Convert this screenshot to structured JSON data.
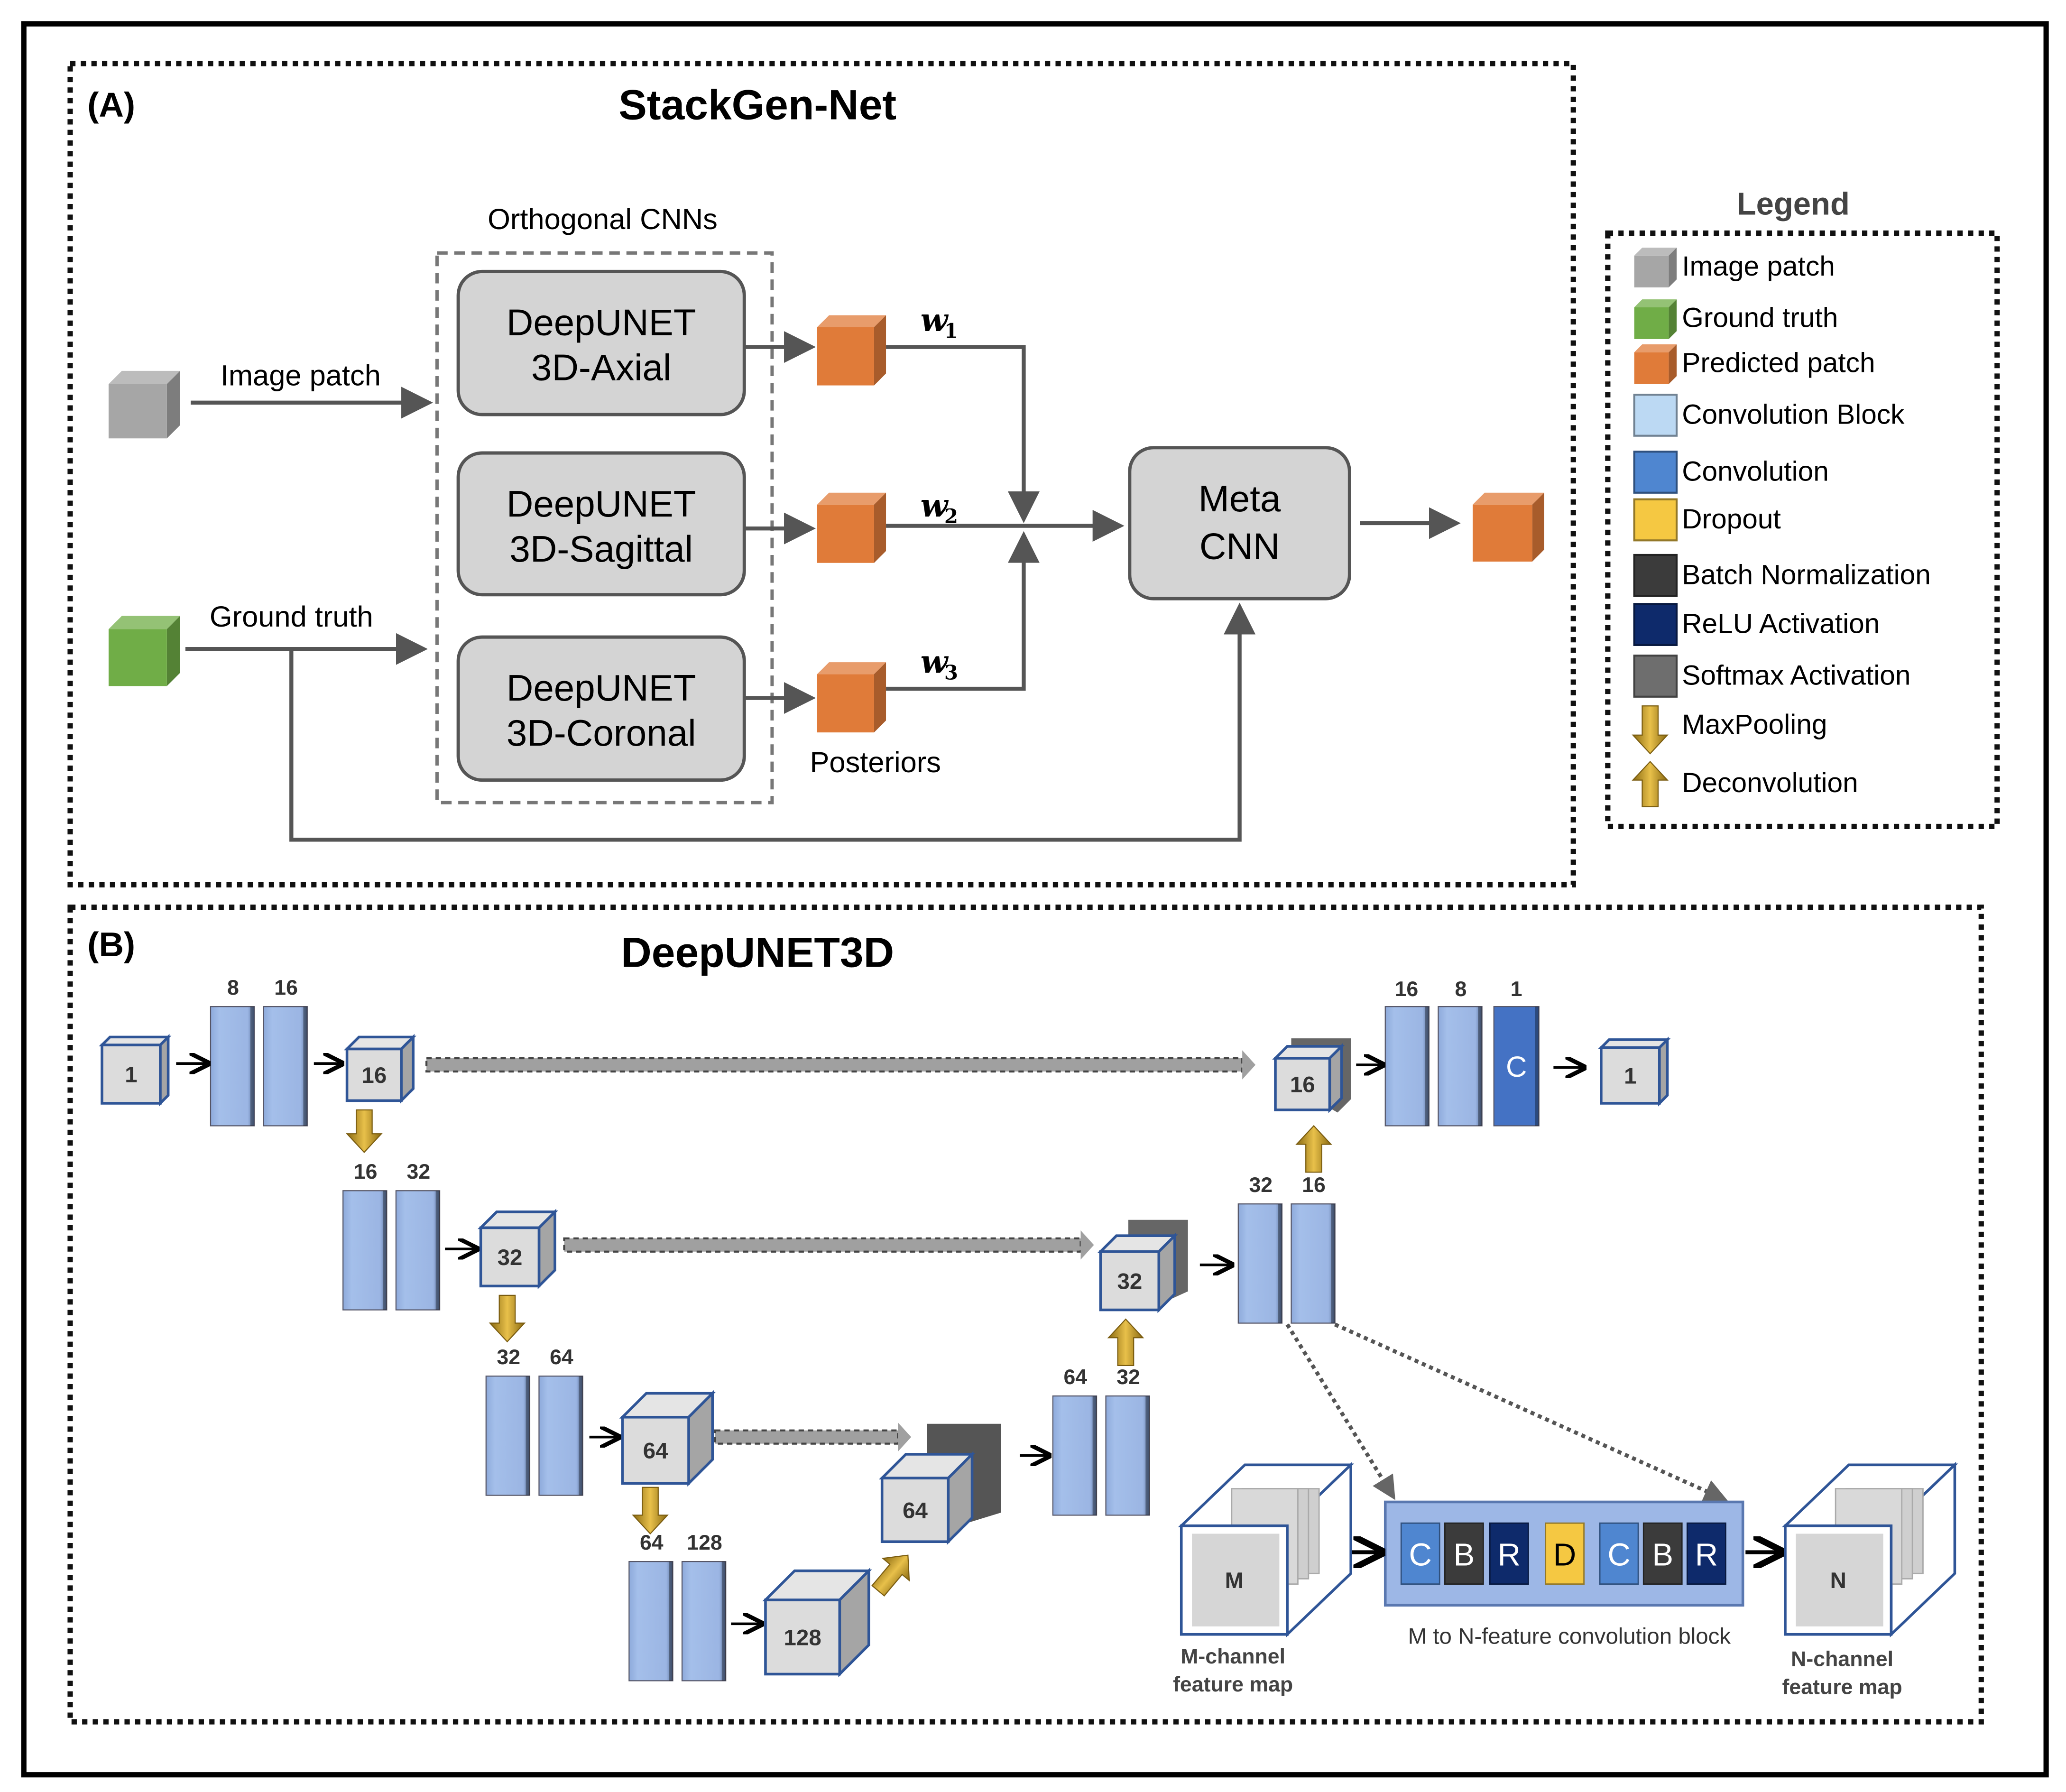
{
  "panel_a": {
    "label": "(A)",
    "title": "StackGen-Net",
    "orthogonal_label": "Orthogonal CNNs",
    "image_patch_label": "Image patch",
    "ground_truth_label": "Ground truth",
    "cnns": [
      {
        "line1": "DeepUNET",
        "line2": "3D-Axial"
      },
      {
        "line1": "DeepUNET",
        "line2": "3D-Sagittal"
      },
      {
        "line1": "DeepUNET",
        "line2": "3D-Coronal"
      }
    ],
    "weights": [
      {
        "symbol": "w",
        "sub": "1"
      },
      {
        "symbol": "w",
        "sub": "2"
      },
      {
        "symbol": "w",
        "sub": "3"
      }
    ],
    "posteriors_label": "Posteriors",
    "meta": {
      "line1": "Meta",
      "line2": "CNN"
    }
  },
  "legend": {
    "title": "Legend",
    "items": [
      {
        "label": "Image patch",
        "color": "#a6a6a6",
        "icon": "gray-cube"
      },
      {
        "label": "Ground truth",
        "color": "#70ad47",
        "icon": "green-cube"
      },
      {
        "label": "Predicted patch",
        "color": "#e07b39",
        "icon": "orange-cube"
      },
      {
        "label": "Convolution Block",
        "color": "#bcd9f3",
        "icon": "light-blue-block"
      },
      {
        "label": "Convolution",
        "color": "#4f86d0",
        "icon": "blue-block"
      },
      {
        "label": "Dropout",
        "color": "#f5c842",
        "icon": "yellow-block"
      },
      {
        "label": "Batch Normalization",
        "color": "#3b3b3b",
        "icon": "dark-block"
      },
      {
        "label": "ReLU Activation",
        "color": "#0e2a6b",
        "icon": "navy-block"
      },
      {
        "label": "Softmax Activation",
        "color": "#6e6e6e",
        "icon": "gray-block"
      },
      {
        "label": "MaxPooling",
        "color": "#c49a2a",
        "icon": "arrow-down"
      },
      {
        "label": "Deconvolution",
        "color": "#c49a2a",
        "icon": "arrow-up"
      }
    ]
  },
  "panel_b": {
    "label": "(B)",
    "title": "DeepUNET3D",
    "channels": {
      "enc1": [
        "8",
        "16"
      ],
      "enc2": [
        "16",
        "32"
      ],
      "enc3": [
        "32",
        "64"
      ],
      "enc4": [
        "64",
        "128"
      ],
      "dec3": [
        "64",
        "32"
      ],
      "dec2": [
        "32",
        "16"
      ],
      "dec1": [
        "16",
        "8",
        "1"
      ]
    },
    "cubes": {
      "input": "1",
      "pool1": "16",
      "pool2": "32",
      "pool3": "64",
      "bottom": "128",
      "up3": "64",
      "up2": "32",
      "up1": "16",
      "output": "1"
    },
    "final_conv_letter": "C",
    "block_letters": [
      "C",
      "B",
      "R",
      "D",
      "C",
      "B",
      "R"
    ],
    "block_caption": "M to N-feature convolution block",
    "m_cube": {
      "letter": "M",
      "caption1": "M-channel",
      "caption2": "feature map"
    },
    "n_cube": {
      "letter": "N",
      "caption1": "N-channel",
      "caption2": "feature map"
    }
  },
  "colors": {
    "conv_block": "#9db7e6",
    "cube_face": "#dcdcdc",
    "cube_edge": "#2f5597",
    "gold": "#c49a2a",
    "orange": "#e07b39",
    "green": "#70ad47",
    "gray": "#a6a6a6"
  }
}
